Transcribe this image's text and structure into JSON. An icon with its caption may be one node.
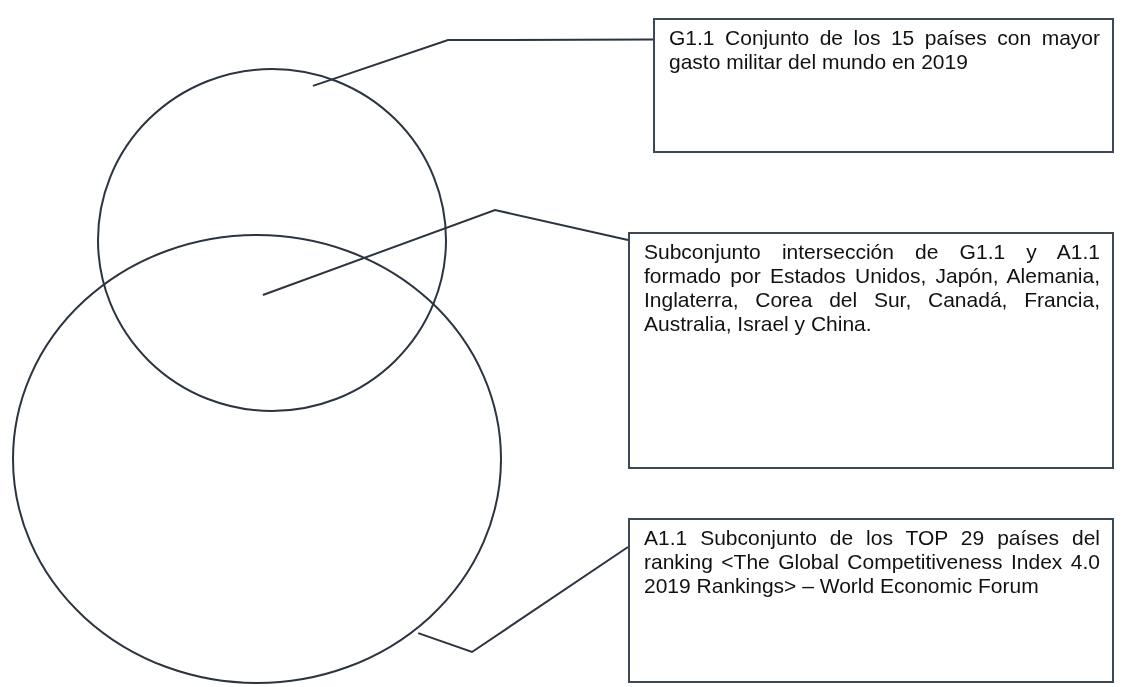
{
  "diagram": {
    "nodes": [
      {
        "text": [],
        "shape": "circle"
      },
      {
        "text": [],
        "shape": "circle"
      },
      {
        "text": [
          "G1.1 Conjunto de los 15 países con mayor gasto militar del mundo en 2019"
        ]
      },
      {
        "text": [
          "Subconjunto intersección de G1.1 y A1.1 formado por Estados Unidos, Japón, Alemania, Inglaterra, Corea del Sur, Canadá, Francia, Australia, Israel y China."
        ]
      },
      {
        "text": [
          "A1.1 Subconjunto de los TOP 29 países del ranking <The Global Competitiveness Index 4.0 2019 Rankings> – World Economic Forum"
        ]
      }
    ],
    "edges": [
      {
        "from": 2,
        "to": 0,
        "arrow": "none"
      },
      {
        "from": 3,
        "to": 0,
        "arrow": "none"
      },
      {
        "from": 4,
        "to": 1,
        "arrow": "none"
      }
    ]
  }
}
